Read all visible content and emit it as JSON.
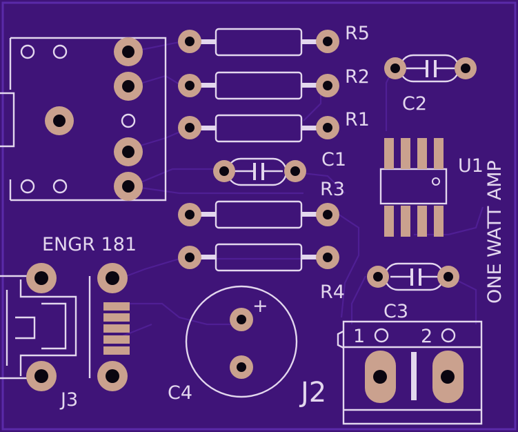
{
  "board": {
    "colors": {
      "soldermask": "#3f1478",
      "outline": "#5a2aa8",
      "silk": "#e3d7ee",
      "pad": "#caa18e",
      "trace": "#4f1f94"
    },
    "labels": {
      "r5": "R5",
      "r2": "R2",
      "r1": "R1",
      "r3": "R3",
      "r4": "R4",
      "c1": "C1",
      "c2": "C2",
      "c3": "C3",
      "c4": "C4",
      "u1": "U1",
      "j2": "J2",
      "j3": "J3",
      "title": "ENGR 181",
      "vertical": "ONE WATT AMP",
      "c4_polarity": "+",
      "j2_pin1": "1",
      "j2_pin2": "2"
    }
  }
}
